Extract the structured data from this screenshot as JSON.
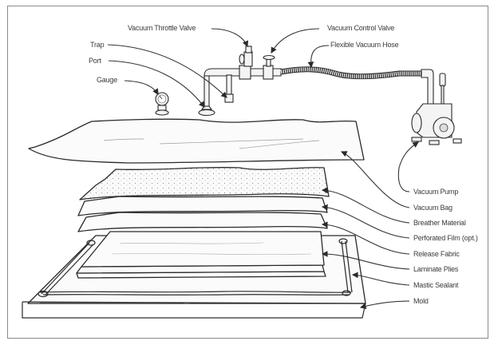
{
  "diagram": {
    "title_visible": false,
    "labels": {
      "vacuum_throttle_valve": "Vacuum Throttle Valve",
      "vacuum_control_valve": "Vacuum Control Valve",
      "flexible_vacuum_hose": "Flexible Vacuum Hose",
      "trap": "Trap",
      "port": "Port",
      "gauge": "Gauge",
      "vacuum_pump": "Vacuum Pump",
      "vacuum_bag": "Vacuum Bag",
      "breather_material": "Breather Material",
      "perforated_film": "Perforated Film (opt.)",
      "release_fabric": "Release Fabric",
      "laminate_plies": "Laminate Plies",
      "mastic_sealant": "Mastic Sealant",
      "mold": "Mold"
    },
    "colors": {
      "frame": "#8a8a8a",
      "ink": "#2a2a2a",
      "label_text": "#3a3a3a"
    }
  }
}
